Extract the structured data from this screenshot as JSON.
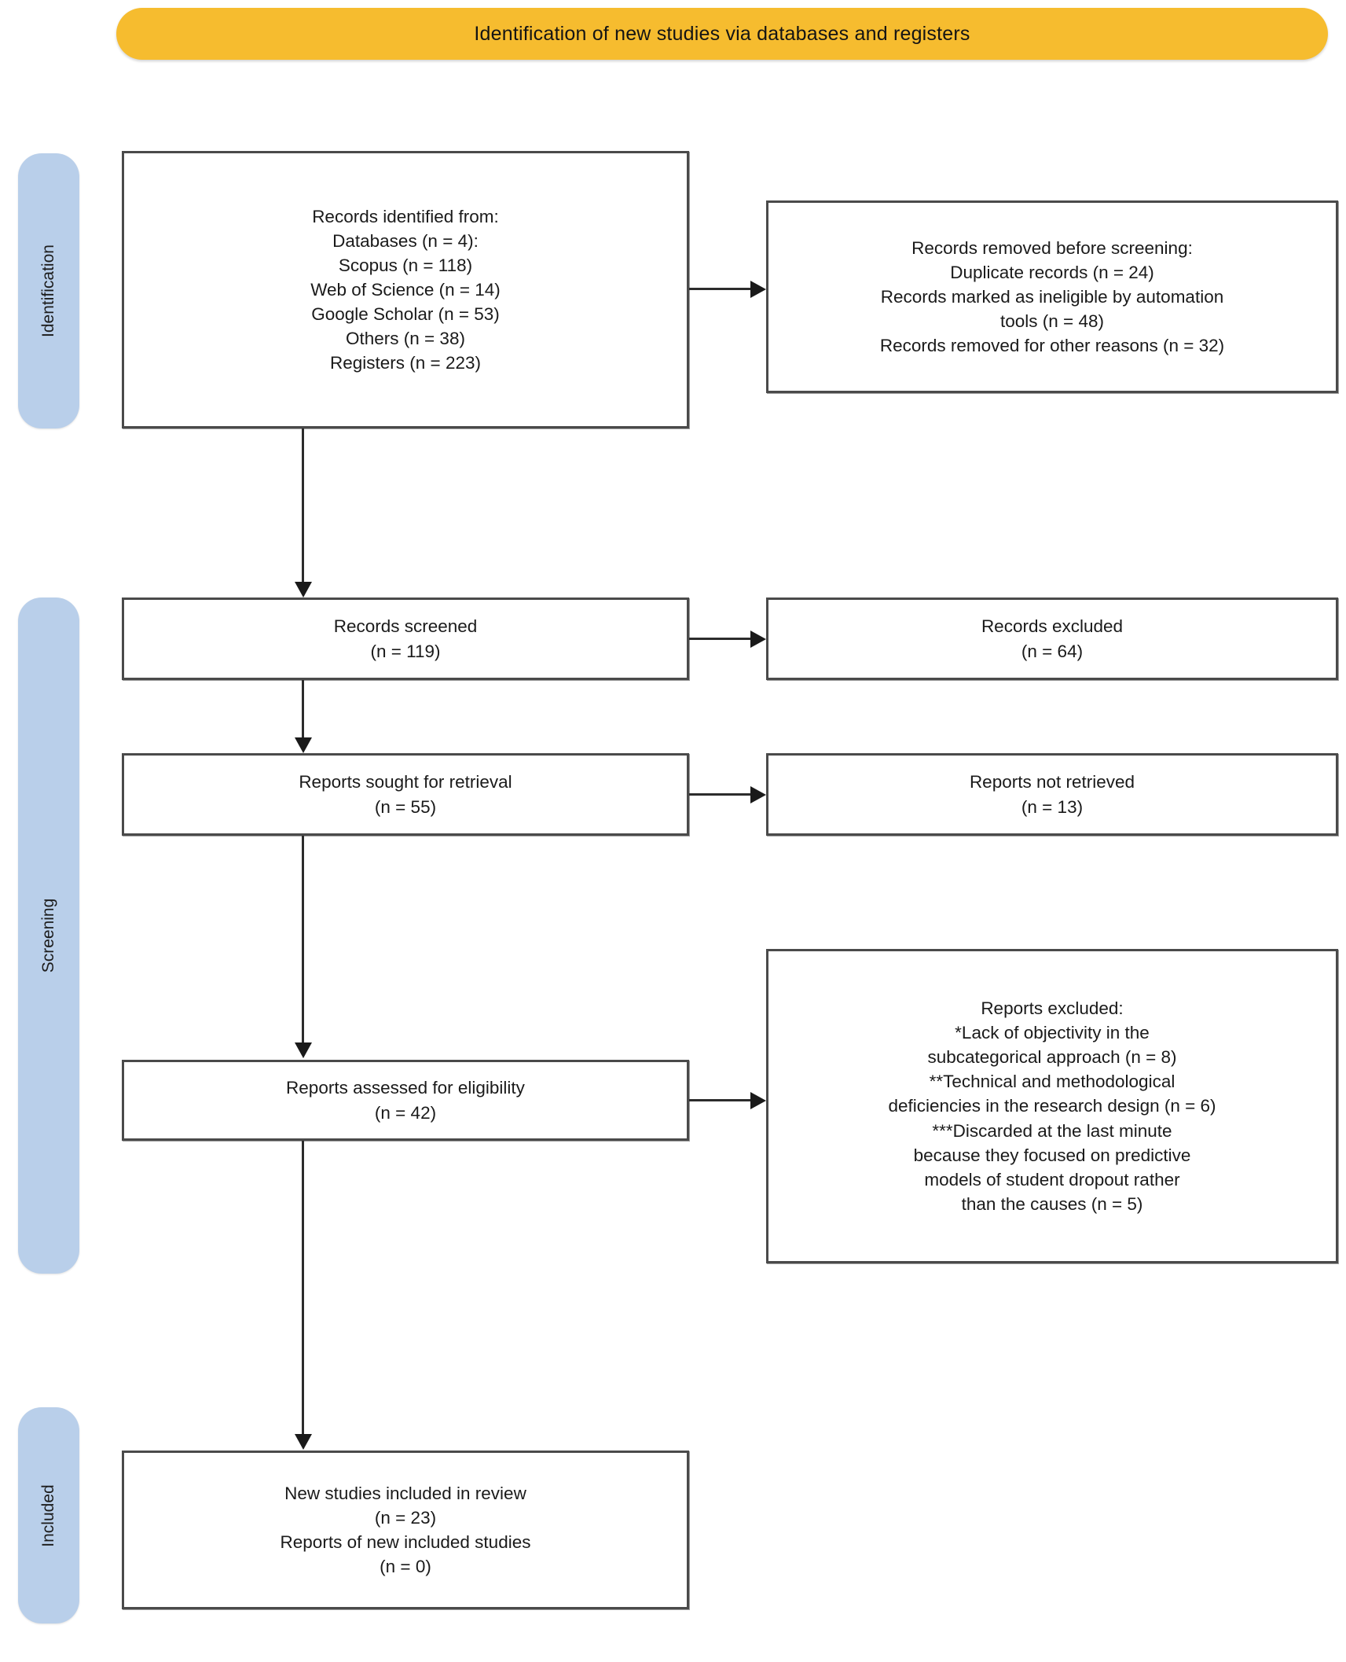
{
  "banner": {
    "title": "Identification of new studies via databases and registers",
    "color": "#F6BC2F"
  },
  "stages": [
    {
      "id": "identification",
      "label": "Identification",
      "color": "#B9CFEA"
    },
    {
      "id": "screening",
      "label": "Screening",
      "color": "#B9CFEA"
    },
    {
      "id": "included",
      "label": "Included",
      "color": "#B9CFEA"
    }
  ],
  "boxes": {
    "records_identified": {
      "name": "records-identified-box",
      "text": "Records identified from:\nDatabases (n = 4):\nScopus (n = 118)\nWeb of Science (n = 14)\nGoogle Scholar (n = 53)\nOthers (n = 38)\nRegisters (n = 223)"
    },
    "records_removed": {
      "name": "records-removed-box",
      "text": "Records removed before screening:\nDuplicate records (n = 24)\nRecords marked as ineligible by automation\ntools (n = 48)\nRecords removed for other reasons (n = 32)"
    },
    "records_screened": {
      "name": "records-screened-box",
      "text": "Records screened\n(n = 119)"
    },
    "records_excluded": {
      "name": "records-excluded-box",
      "text": "Records excluded\n(n = 64)"
    },
    "reports_sought": {
      "name": "reports-sought-box",
      "text": "Reports sought for retrieval\n(n = 55)"
    },
    "reports_not_retrieved": {
      "name": "reports-not-retrieved-box",
      "text": "Reports not retrieved\n(n = 13)"
    },
    "reports_assessed": {
      "name": "reports-assessed-box",
      "text": "Reports assessed for eligibility\n(n = 42)"
    },
    "reports_excluded": {
      "name": "reports-excluded-box",
      "text": "Reports excluded:\n*Lack of objectivity in the\nsubcategorical approach (n = 8)\n**Technical and methodological\ndeficiencies in the research design (n = 6)\n***Discarded at the last minute\nbecause they focused on predictive\nmodels of student dropout rather\nthan the causes (n = 5)"
    },
    "studies_included": {
      "name": "studies-included-box",
      "text": "New studies included in review\n(n = 23)\nReports of new included studies\n(n = 0)"
    }
  },
  "counts": {
    "databases": 4,
    "scopus": 118,
    "web_of_science": 14,
    "google_scholar": 53,
    "others": 38,
    "registers": 223,
    "duplicate_records": 24,
    "ineligible_automation": 48,
    "removed_other_reasons": 32,
    "records_screened": 119,
    "records_excluded": 64,
    "reports_sought": 55,
    "reports_not_retrieved": 13,
    "reports_assessed": 42,
    "excluded_objectivity": 8,
    "excluded_methodological": 6,
    "excluded_predictive": 5,
    "studies_included": 23,
    "reports_included": 0
  }
}
